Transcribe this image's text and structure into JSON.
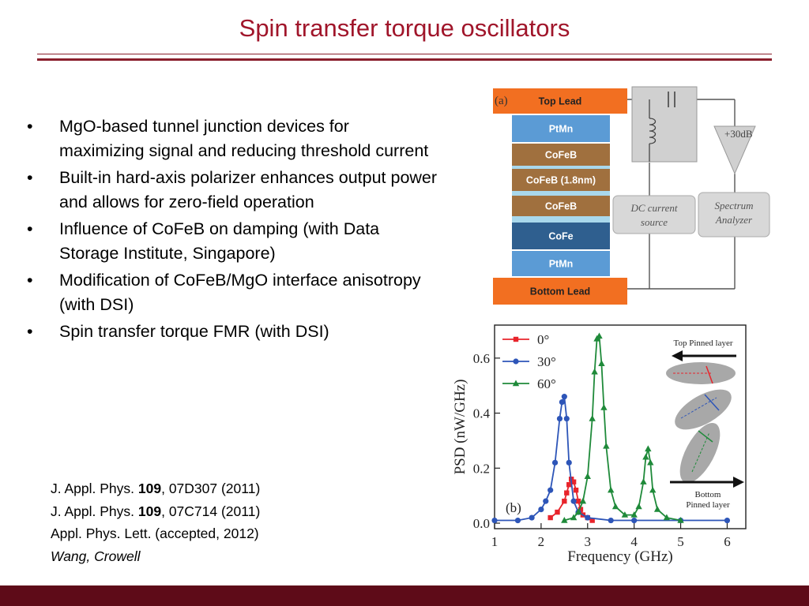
{
  "title": "Spin transfer torque oscillators",
  "bullets": [
    "MgO-based tunnel junction devices for maximizing signal and reducing threshold current",
    "Built-in hard-axis polarizer enhances output power and allows for zero-field operation",
    "Influence of CoFeB on damping (with Data Storage Institute, Singapore)",
    "Modification of CoFeB/MgO interface anisotropy (with DSI)",
    "Spin transfer torque FMR (with DSI)"
  ],
  "bullet_symbol": "•",
  "references": [
    {
      "prefix": "J. Appl. Phys. ",
      "volume": "109",
      "suffix": ", 07D307 (2011)"
    },
    {
      "prefix": "J. Appl. Phys. ",
      "volume": "109",
      "suffix": ", 07C714 (2011)"
    },
    {
      "text": "Appl. Phys. Lett. (accepted, 2012)"
    }
  ],
  "authors": "Wang, Crowell",
  "colors": {
    "title": "#a0152a",
    "rule": "#8a1f2c",
    "footer": "#5e0b18"
  },
  "figure_a": {
    "panel_label": "(a)",
    "layers": [
      {
        "name": "Top Lead",
        "color": "#f26f21"
      },
      {
        "name": "PtMn",
        "color": "#5b9bd5"
      },
      {
        "name": "CoFeB",
        "color": "#a0703e"
      },
      {
        "name": "CoFeB (1.8nm)",
        "color": "#a0703e"
      },
      {
        "name": "CoFeB",
        "color": "#a0703e"
      },
      {
        "name": "CoFe",
        "color": "#2f5f8f"
      },
      {
        "name": "PtMn",
        "color": "#5b9bd5"
      },
      {
        "name": "Bottom Lead",
        "color": "#f26f21"
      }
    ],
    "amplifier_label": "+30dB",
    "dc_source_label": [
      "DC current",
      "source"
    ],
    "spectrum_label": [
      "Spectrum",
      "Analyzer"
    ]
  },
  "chart_data": {
    "type": "line",
    "panel_label": "(b)",
    "xlabel": "Frequency (GHz)",
    "ylabel": "PSD (nW/GHz)",
    "xlim": [
      1,
      6.4
    ],
    "ylim": [
      -0.02,
      0.72
    ],
    "x_ticks": [
      1,
      2,
      3,
      4,
      5,
      6
    ],
    "y_ticks": [
      0.0,
      0.2,
      0.4,
      0.6
    ],
    "y_tick_labels": [
      "0.0",
      "0.2",
      "0.4",
      "0.6"
    ],
    "legend_position": "top-left",
    "series": [
      {
        "name": "0°",
        "color": "#e8242b",
        "marker": "square",
        "x": [
          2.2,
          2.35,
          2.5,
          2.55,
          2.6,
          2.65,
          2.7,
          2.75,
          2.8,
          2.85,
          2.9,
          3.0,
          3.1
        ],
        "y": [
          0.02,
          0.04,
          0.08,
          0.11,
          0.14,
          0.16,
          0.15,
          0.12,
          0.08,
          0.05,
          0.03,
          0.02,
          0.01
        ]
      },
      {
        "name": "30°",
        "color": "#2d55b8",
        "marker": "circle",
        "x": [
          1.0,
          1.5,
          1.8,
          2.0,
          2.1,
          2.2,
          2.3,
          2.4,
          2.45,
          2.5,
          2.55,
          2.6,
          2.7,
          2.8,
          3.0,
          3.5,
          4.0,
          5.0,
          6.0
        ],
        "y": [
          0.01,
          0.01,
          0.02,
          0.05,
          0.08,
          0.12,
          0.22,
          0.38,
          0.44,
          0.46,
          0.38,
          0.22,
          0.08,
          0.04,
          0.02,
          0.01,
          0.01,
          0.01,
          0.01
        ]
      },
      {
        "name": "60°",
        "color": "#1f8a3a",
        "marker": "triangle",
        "x": [
          2.5,
          2.7,
          2.8,
          2.9,
          3.0,
          3.1,
          3.15,
          3.2,
          3.25,
          3.3,
          3.35,
          3.4,
          3.5,
          3.6,
          3.8,
          4.0,
          4.1,
          4.2,
          4.25,
          4.3,
          4.35,
          4.4,
          4.5,
          4.7,
          5.0
        ],
        "y": [
          0.01,
          0.02,
          0.04,
          0.08,
          0.17,
          0.38,
          0.55,
          0.67,
          0.68,
          0.58,
          0.42,
          0.28,
          0.12,
          0.06,
          0.03,
          0.03,
          0.06,
          0.15,
          0.24,
          0.27,
          0.22,
          0.12,
          0.05,
          0.02,
          0.01
        ]
      }
    ],
    "inset": {
      "top_label": "Top Pinned layer",
      "bottom_label": [
        "Bottom",
        "Pinned layer"
      ]
    }
  }
}
